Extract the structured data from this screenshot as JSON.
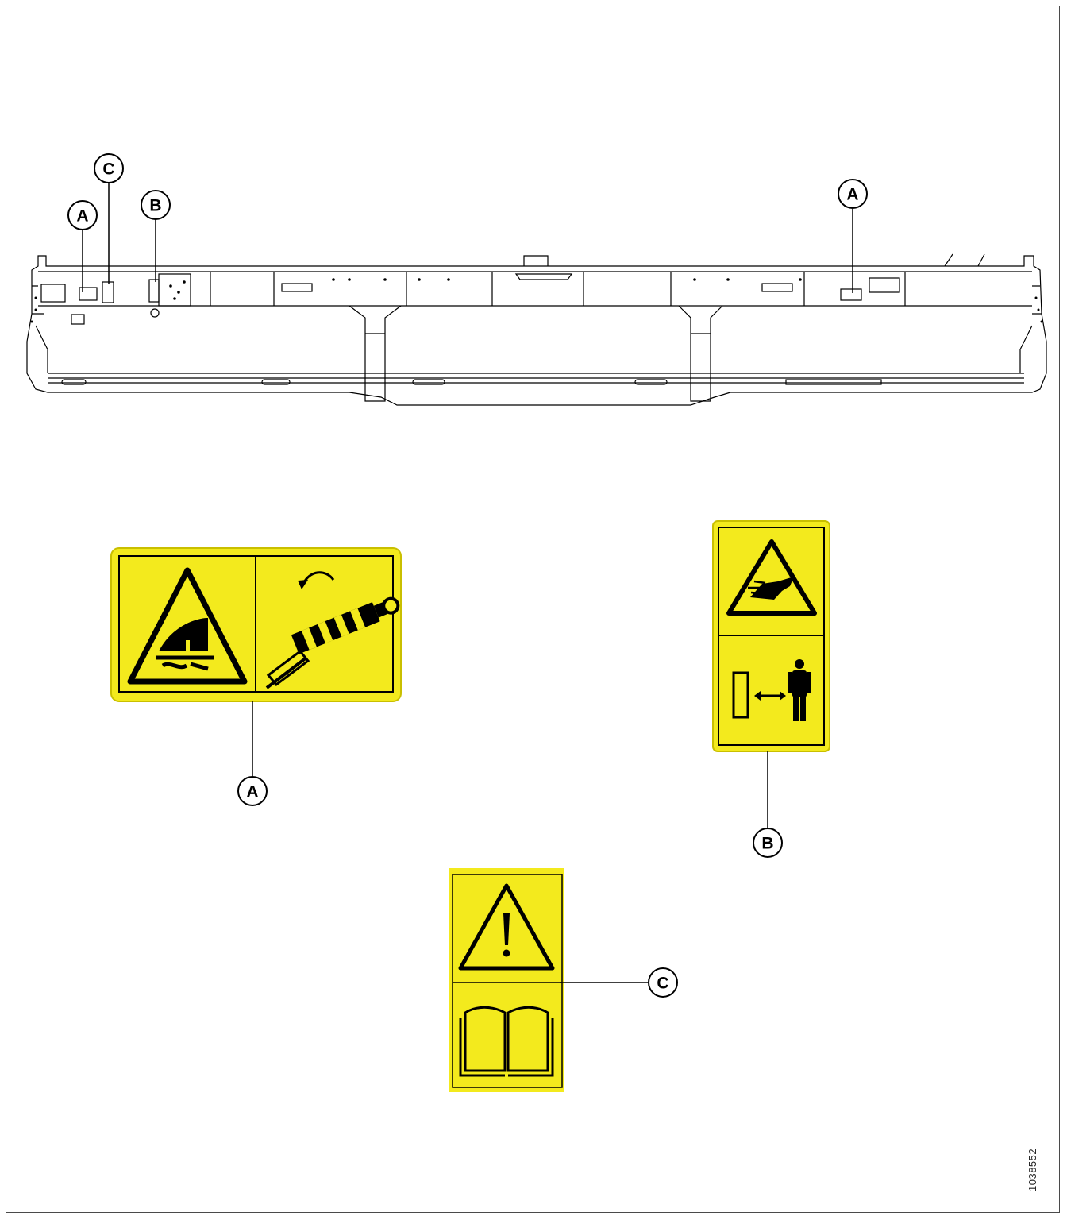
{
  "figure_id": "1038552",
  "colors": {
    "decal_yellow": "#f3ea1d",
    "line": "#000000",
    "frame": "#4a4a4a"
  },
  "callouts": {
    "a": "A",
    "b": "B",
    "c": "C"
  },
  "decals": {
    "a": {
      "icons": [
        "crush-hazard-icon",
        "cylinder-lock-icon"
      ]
    },
    "b": {
      "icons": [
        "entanglement-hazard-icon",
        "keep-clear-icon"
      ]
    },
    "c": {
      "icons": [
        "warning-icon",
        "manual-book-icon"
      ]
    }
  }
}
